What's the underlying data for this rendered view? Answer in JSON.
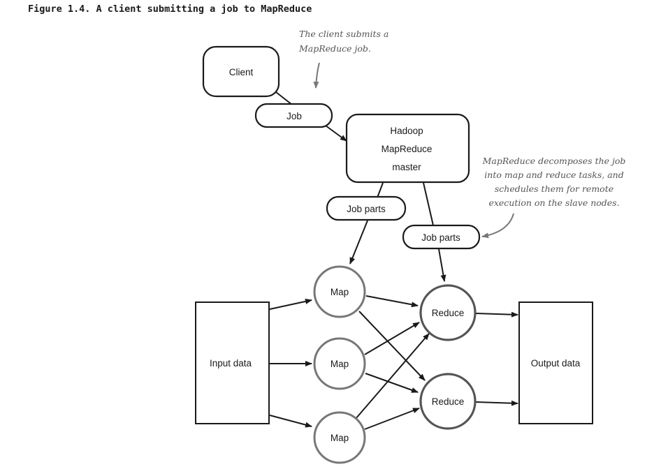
{
  "figure": {
    "caption": "Figure 1.4. A client submitting a job to MapReduce"
  },
  "nodes": {
    "client": "Client",
    "job": "Job",
    "master_line1": "Hadoop",
    "master_line2": "MapReduce",
    "master_line3": "master",
    "job_parts_1": "Job parts",
    "job_parts_2": "Job parts",
    "input_data": "Input data",
    "output_data": "Output data",
    "map_1": "Map",
    "map_2": "Map",
    "map_3": "Map",
    "reduce_1": "Reduce",
    "reduce_2": "Reduce"
  },
  "annotations": {
    "client_note_line1": "The client submits a",
    "client_note_line2": "MapReduce job.",
    "master_note_line1": "MapReduce decomposes the job",
    "master_note_line2": "into map and reduce tasks, and",
    "master_note_line3": "schedules them for remote",
    "master_note_line4": "execution on the slave nodes."
  },
  "colors": {
    "stroke": "#1a1a1a",
    "circle_stroke": "#777777",
    "annotation": "#555555"
  }
}
